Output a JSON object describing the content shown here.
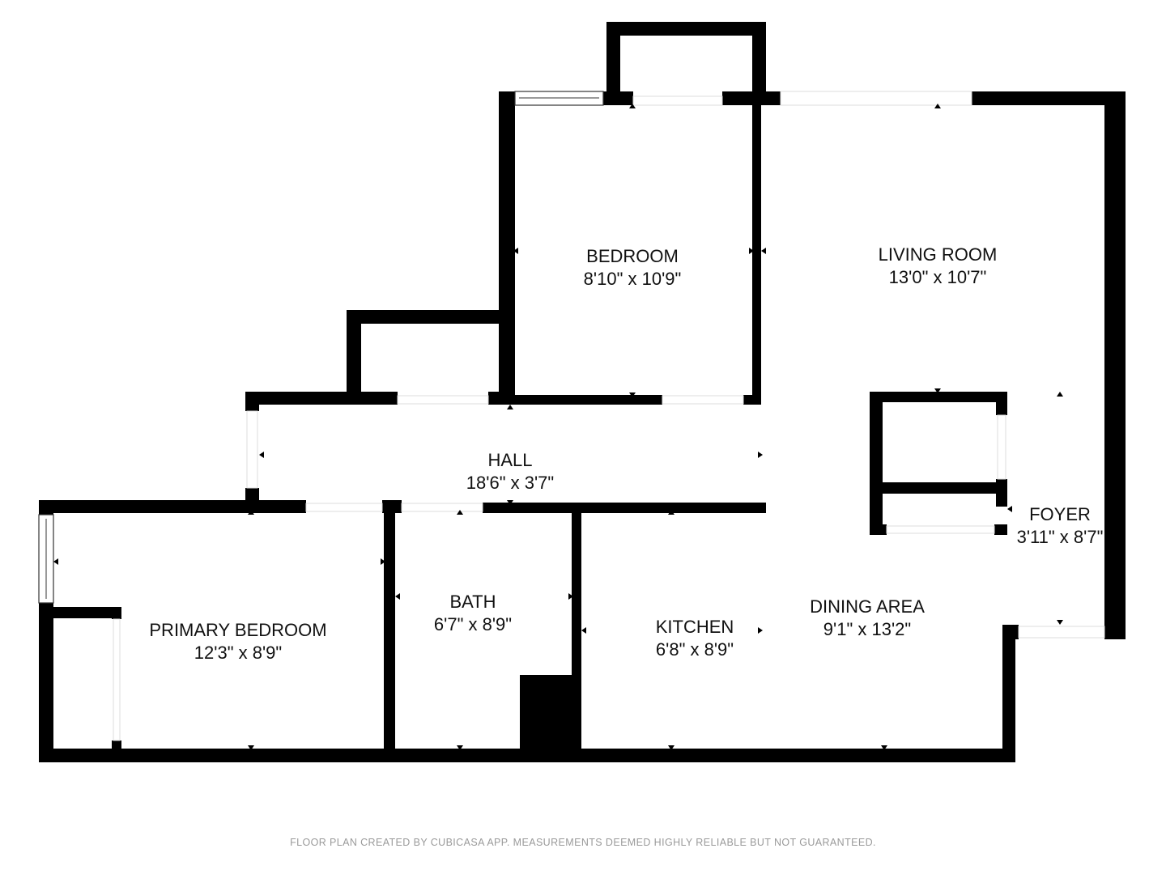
{
  "rooms": [
    {
      "name": "BEDROOM",
      "size": "8'10\" x 10'9\""
    },
    {
      "name": "LIVING ROOM",
      "size": "13'0\" x 10'7\""
    },
    {
      "name": "HALL",
      "size": "18'6\" x 3'7\""
    },
    {
      "name": "FOYER",
      "size": "3'11\" x 8'7\""
    },
    {
      "name": "PRIMARY BEDROOM",
      "size": "12'3\" x 8'9\""
    },
    {
      "name": "BATH",
      "size": "6'7\" x 8'9\""
    },
    {
      "name": "KITCHEN",
      "size": "6'8\" x 8'9\""
    },
    {
      "name": "DINING AREA",
      "size": "9'1\" x 13'2\""
    }
  ],
  "footer": "FLOOR PLAN CREATED BY CUBICASA APP. MEASUREMENTS DEEMED HIGHLY RELIABLE BUT NOT GUARANTEED.",
  "colors": {
    "wall": "#000000",
    "background": "#ffffff",
    "footer_text": "#9a9a9a"
  }
}
